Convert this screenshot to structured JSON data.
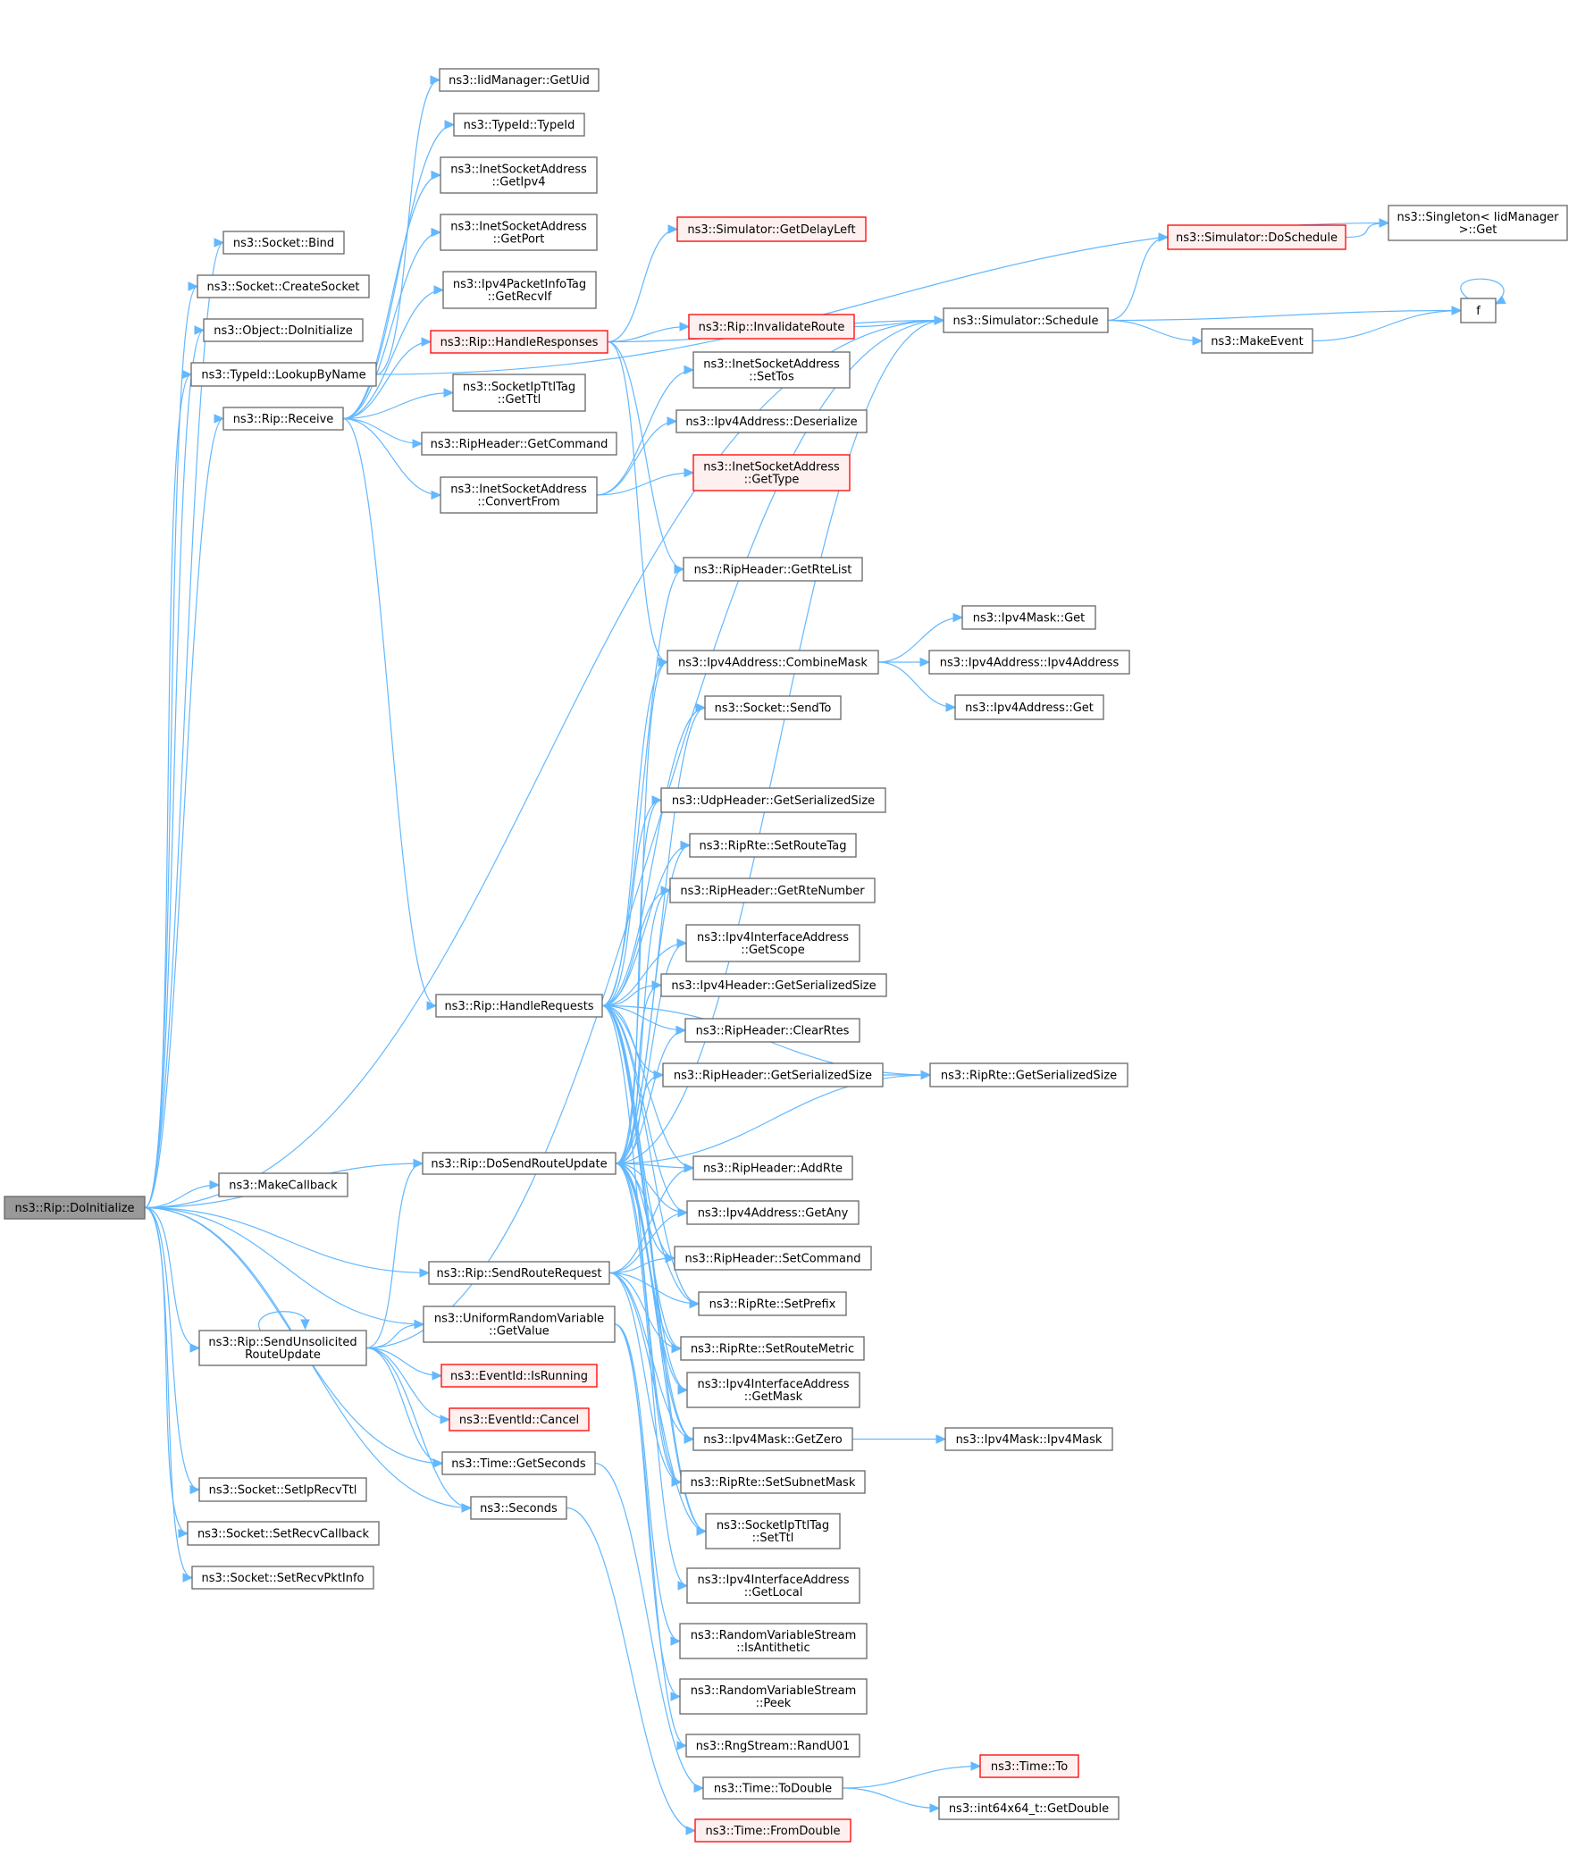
{
  "diagram": {
    "type": "call-graph",
    "root": "rip_doinitialize",
    "colors": {
      "edge": "#63b8ff",
      "root_fill": "#999999",
      "node_border": "#666666",
      "undocumented_border": "#ff0000",
      "undocumented_fill": "#fff0f0"
    },
    "nodes": [
      {
        "id": "rip_doinitialize",
        "lines": [
          "ns3::Rip::DoInitialize"
        ],
        "style": "root"
      },
      {
        "id": "socket_bind",
        "lines": [
          "ns3::Socket::Bind"
        ],
        "style": "normal"
      },
      {
        "id": "socket_createsocket",
        "lines": [
          "ns3::Socket::CreateSocket"
        ],
        "style": "normal"
      },
      {
        "id": "object_doinitialize",
        "lines": [
          "ns3::Object::DoInitialize"
        ],
        "style": "normal"
      },
      {
        "id": "typeid_lookupbyname",
        "lines": [
          "ns3::TypeId::LookupByName"
        ],
        "style": "normal"
      },
      {
        "id": "rip_receive",
        "lines": [
          "ns3::Rip::Receive"
        ],
        "style": "normal"
      },
      {
        "id": "iidmanager_getuid",
        "lines": [
          "ns3::IidManager::GetUid"
        ],
        "style": "normal"
      },
      {
        "id": "typeid_typeid",
        "lines": [
          "ns3::TypeId::TypeId"
        ],
        "style": "normal"
      },
      {
        "id": "inetsock_getipv4",
        "lines": [
          "ns3::InetSocketAddress",
          "::GetIpv4"
        ],
        "style": "normal"
      },
      {
        "id": "inetsock_getport",
        "lines": [
          "ns3::InetSocketAddress",
          "::GetPort"
        ],
        "style": "normal"
      },
      {
        "id": "ipv4pktinfo_getrecvif",
        "lines": [
          "ns3::Ipv4PacketInfoTag",
          "::GetRecvIf"
        ],
        "style": "normal"
      },
      {
        "id": "rip_handleresponses",
        "lines": [
          "ns3::Rip::HandleResponses"
        ],
        "style": "red"
      },
      {
        "id": "socketipttltag_getttl",
        "lines": [
          "ns3::SocketIpTtlTag",
          "::GetTtl"
        ],
        "style": "normal"
      },
      {
        "id": "ripheader_getcommand",
        "lines": [
          "ns3::RipHeader::GetCommand"
        ],
        "style": "normal"
      },
      {
        "id": "inetsock_convertfrom",
        "lines": [
          "ns3::InetSocketAddress",
          "::ConvertFrom"
        ],
        "style": "normal"
      },
      {
        "id": "simulator_getdelayleft",
        "lines": [
          "ns3::Simulator::GetDelayLeft"
        ],
        "style": "red"
      },
      {
        "id": "rip_invalidateroute",
        "lines": [
          "ns3::Rip::InvalidateRoute"
        ],
        "style": "red"
      },
      {
        "id": "inetsock_settos",
        "lines": [
          "ns3::InetSocketAddress",
          "::SetTos"
        ],
        "style": "normal"
      },
      {
        "id": "ipv4address_deserialize",
        "lines": [
          "ns3::Ipv4Address::Deserialize"
        ],
        "style": "normal"
      },
      {
        "id": "inetsock_gettype",
        "lines": [
          "ns3::InetSocketAddress",
          "::GetType"
        ],
        "style": "red"
      },
      {
        "id": "ripheader_getrtelist",
        "lines": [
          "ns3::RipHeader::GetRteList"
        ],
        "style": "normal"
      },
      {
        "id": "simulator_schedule",
        "lines": [
          "ns3::Simulator::Schedule"
        ],
        "style": "normal"
      },
      {
        "id": "simulator_doschedule",
        "lines": [
          "ns3::Simulator::DoSchedule"
        ],
        "style": "red"
      },
      {
        "id": "singleton_get",
        "lines": [
          "ns3::Singleton< IidManager",
          ">::Get"
        ],
        "style": "normal"
      },
      {
        "id": "f",
        "lines": [
          "f"
        ],
        "style": "normal"
      },
      {
        "id": "makeevent",
        "lines": [
          "ns3::MakeEvent"
        ],
        "style": "normal"
      },
      {
        "id": "ipv4address_combinemask",
        "lines": [
          "ns3::Ipv4Address::CombineMask"
        ],
        "style": "normal"
      },
      {
        "id": "ipv4mask_get",
        "lines": [
          "ns3::Ipv4Mask::Get"
        ],
        "style": "normal"
      },
      {
        "id": "ipv4address_ipv4address",
        "lines": [
          "ns3::Ipv4Address::Ipv4Address"
        ],
        "style": "normal"
      },
      {
        "id": "ipv4address_get",
        "lines": [
          "ns3::Ipv4Address::Get"
        ],
        "style": "normal"
      },
      {
        "id": "socket_sendto",
        "lines": [
          "ns3::Socket::SendTo"
        ],
        "style": "normal"
      },
      {
        "id": "udpheader_getserializedsize",
        "lines": [
          "ns3::UdpHeader::GetSerializedSize"
        ],
        "style": "normal"
      },
      {
        "id": "riprte_setroutetag",
        "lines": [
          "ns3::RipRte::SetRouteTag"
        ],
        "style": "normal"
      },
      {
        "id": "ripheader_getrtenumber",
        "lines": [
          "ns3::RipHeader::GetRteNumber"
        ],
        "style": "normal"
      },
      {
        "id": "ipv4ifaddr_getscope",
        "lines": [
          "ns3::Ipv4InterfaceAddress",
          "::GetScope"
        ],
        "style": "normal"
      },
      {
        "id": "rip_handlerequests",
        "lines": [
          "ns3::Rip::HandleRequests"
        ],
        "style": "normal"
      },
      {
        "id": "ipv4header_getserializedsize",
        "lines": [
          "ns3::Ipv4Header::GetSerializedSize"
        ],
        "style": "normal"
      },
      {
        "id": "ripheader_clearrtes",
        "lines": [
          "ns3::RipHeader::ClearRtes"
        ],
        "style": "normal"
      },
      {
        "id": "ripheader_getserializedsize",
        "lines": [
          "ns3::RipHeader::GetSerializedSize"
        ],
        "style": "normal"
      },
      {
        "id": "riprte_getserializedsize",
        "lines": [
          "ns3::RipRte::GetSerializedSize"
        ],
        "style": "normal"
      },
      {
        "id": "rip_dosendrouteupdate",
        "lines": [
          "ns3::Rip::DoSendRouteUpdate"
        ],
        "style": "normal"
      },
      {
        "id": "makecallback",
        "lines": [
          "ns3::MakeCallback"
        ],
        "style": "normal"
      },
      {
        "id": "ripheader_addrte",
        "lines": [
          "ns3::RipHeader::AddRte"
        ],
        "style": "normal"
      },
      {
        "id": "ipv4address_getany",
        "lines": [
          "ns3::Ipv4Address::GetAny"
        ],
        "style": "normal"
      },
      {
        "id": "ripheader_setcommand",
        "lines": [
          "ns3::RipHeader::SetCommand"
        ],
        "style": "normal"
      },
      {
        "id": "rip_sendrouterequest",
        "lines": [
          "ns3::Rip::SendRouteRequest"
        ],
        "style": "normal"
      },
      {
        "id": "riprte_setprefix",
        "lines": [
          "ns3::RipRte::SetPrefix"
        ],
        "style": "normal"
      },
      {
        "id": "rip_sendunsolicited",
        "lines": [
          "ns3::Rip::SendUnsolicited",
          "RouteUpdate"
        ],
        "style": "normal"
      },
      {
        "id": "uniformrv_getvalue",
        "lines": [
          "ns3::UniformRandomVariable",
          "::GetValue"
        ],
        "style": "normal"
      },
      {
        "id": "riprte_setroutemetric",
        "lines": [
          "ns3::RipRte::SetRouteMetric"
        ],
        "style": "normal"
      },
      {
        "id": "eventid_isrunning",
        "lines": [
          "ns3::EventId::IsRunning"
        ],
        "style": "red"
      },
      {
        "id": "ipv4ifaddr_getmask",
        "lines": [
          "ns3::Ipv4InterfaceAddress",
          "::GetMask"
        ],
        "style": "normal"
      },
      {
        "id": "eventid_cancel",
        "lines": [
          "ns3::EventId::Cancel"
        ],
        "style": "red"
      },
      {
        "id": "ipv4mask_getzero",
        "lines": [
          "ns3::Ipv4Mask::GetZero"
        ],
        "style": "normal"
      },
      {
        "id": "ipv4mask_ipv4mask",
        "lines": [
          "ns3::Ipv4Mask::Ipv4Mask"
        ],
        "style": "normal"
      },
      {
        "id": "time_getseconds",
        "lines": [
          "ns3::Time::GetSeconds"
        ],
        "style": "normal"
      },
      {
        "id": "riprte_setsubnetmask",
        "lines": [
          "ns3::RipRte::SetSubnetMask"
        ],
        "style": "normal"
      },
      {
        "id": "socket_setiprecvttl",
        "lines": [
          "ns3::Socket::SetIpRecvTtl"
        ],
        "style": "normal"
      },
      {
        "id": "seconds",
        "lines": [
          "ns3::Seconds"
        ],
        "style": "normal"
      },
      {
        "id": "socketipttltag_setttl",
        "lines": [
          "ns3::SocketIpTtlTag",
          "::SetTtl"
        ],
        "style": "normal"
      },
      {
        "id": "socket_setrecvcallback",
        "lines": [
          "ns3::Socket::SetRecvCallback"
        ],
        "style": "normal"
      },
      {
        "id": "socket_setrecvpktinfo",
        "lines": [
          "ns3::Socket::SetRecvPktInfo"
        ],
        "style": "normal"
      },
      {
        "id": "ipv4ifaddr_getlocal",
        "lines": [
          "ns3::Ipv4InterfaceAddress",
          "::GetLocal"
        ],
        "style": "normal"
      },
      {
        "id": "rvstream_isantithetic",
        "lines": [
          "ns3::RandomVariableStream",
          "::IsAntithetic"
        ],
        "style": "normal"
      },
      {
        "id": "rvstream_peek",
        "lines": [
          "ns3::RandomVariableStream",
          "::Peek"
        ],
        "style": "normal"
      },
      {
        "id": "rngstream_randu01",
        "lines": [
          "ns3::RngStream::RandU01"
        ],
        "style": "normal"
      },
      {
        "id": "time_to",
        "lines": [
          "ns3::Time::To"
        ],
        "style": "red"
      },
      {
        "id": "time_todouble",
        "lines": [
          "ns3::Time::ToDouble"
        ],
        "style": "normal"
      },
      {
        "id": "int64x64_getdouble",
        "lines": [
          "ns3::int64x64_t::GetDouble"
        ],
        "style": "normal"
      },
      {
        "id": "time_fromdouble",
        "lines": [
          "ns3::Time::FromDouble"
        ],
        "style": "red"
      }
    ],
    "edges": [
      [
        "rip_doinitialize",
        "socket_bind"
      ],
      [
        "rip_doinitialize",
        "socket_createsocket"
      ],
      [
        "rip_doinitialize",
        "object_doinitialize"
      ],
      [
        "rip_doinitialize",
        "typeid_lookupbyname"
      ],
      [
        "rip_doinitialize",
        "rip_receive"
      ],
      [
        "rip_doinitialize",
        "simulator_schedule"
      ],
      [
        "rip_doinitialize",
        "rip_dosendrouteupdate"
      ],
      [
        "rip_doinitialize",
        "makecallback"
      ],
      [
        "rip_doinitialize",
        "rip_sendrouterequest"
      ],
      [
        "rip_doinitialize",
        "uniformrv_getvalue"
      ],
      [
        "rip_doinitialize",
        "rip_sendunsolicited"
      ],
      [
        "rip_doinitialize",
        "time_getseconds"
      ],
      [
        "rip_doinitialize",
        "seconds"
      ],
      [
        "rip_doinitialize",
        "socket_setiprecvttl"
      ],
      [
        "rip_doinitialize",
        "socket_setrecvcallback"
      ],
      [
        "rip_doinitialize",
        "socket_setrecvpktinfo"
      ],
      [
        "typeid_lookupbyname",
        "iidmanager_getuid"
      ],
      [
        "typeid_lookupbyname",
        "singleton_get"
      ],
      [
        "rip_receive",
        "typeid_typeid"
      ],
      [
        "rip_receive",
        "inetsock_getipv4"
      ],
      [
        "rip_receive",
        "inetsock_getport"
      ],
      [
        "rip_receive",
        "ipv4pktinfo_getrecvif"
      ],
      [
        "rip_receive",
        "rip_handleresponses"
      ],
      [
        "rip_receive",
        "socketipttltag_getttl"
      ],
      [
        "rip_receive",
        "ripheader_getcommand"
      ],
      [
        "rip_receive",
        "inetsock_convertfrom"
      ],
      [
        "rip_receive",
        "rip_handlerequests"
      ],
      [
        "rip_handleresponses",
        "simulator_getdelayleft"
      ],
      [
        "rip_handleresponses",
        "simulator_schedule"
      ],
      [
        "rip_handleresponses",
        "rip_invalidateroute"
      ],
      [
        "rip_handleresponses",
        "ripheader_getrtelist"
      ],
      [
        "rip_handleresponses",
        "ipv4address_combinemask"
      ],
      [
        "inetsock_convertfrom",
        "inetsock_settos"
      ],
      [
        "inetsock_convertfrom",
        "ipv4address_deserialize"
      ],
      [
        "inetsock_convertfrom",
        "inetsock_gettype"
      ],
      [
        "rip_invalidateroute",
        "simulator_schedule"
      ],
      [
        "simulator_schedule",
        "simulator_doschedule"
      ],
      [
        "simulator_schedule",
        "f"
      ],
      [
        "simulator_schedule",
        "makeevent"
      ],
      [
        "simulator_doschedule",
        "singleton_get"
      ],
      [
        "makeevent",
        "f"
      ],
      [
        "f",
        "f"
      ],
      [
        "ipv4address_combinemask",
        "ipv4mask_get"
      ],
      [
        "ipv4address_combinemask",
        "ipv4address_ipv4address"
      ],
      [
        "ipv4address_combinemask",
        "ipv4address_get"
      ],
      [
        "rip_handlerequests",
        "ripheader_getrtelist"
      ],
      [
        "rip_handlerequests",
        "ipv4address_combinemask"
      ],
      [
        "rip_handlerequests",
        "socket_sendto"
      ],
      [
        "rip_handlerequests",
        "udpheader_getserializedsize"
      ],
      [
        "rip_handlerequests",
        "riprte_setroutetag"
      ],
      [
        "rip_handlerequests",
        "ripheader_getrtenumber"
      ],
      [
        "rip_handlerequests",
        "ipv4ifaddr_getscope"
      ],
      [
        "rip_handlerequests",
        "ipv4header_getserializedsize"
      ],
      [
        "rip_handlerequests",
        "ripheader_clearrtes"
      ],
      [
        "rip_handlerequests",
        "ripheader_getserializedsize"
      ],
      [
        "rip_handlerequests",
        "riprte_getserializedsize"
      ],
      [
        "rip_handlerequests",
        "ripheader_addrte"
      ],
      [
        "rip_handlerequests",
        "ipv4address_getany"
      ],
      [
        "rip_handlerequests",
        "ripheader_setcommand"
      ],
      [
        "rip_handlerequests",
        "riprte_setprefix"
      ],
      [
        "rip_handlerequests",
        "riprte_setroutemetric"
      ],
      [
        "rip_handlerequests",
        "ipv4ifaddr_getmask"
      ],
      [
        "rip_handlerequests",
        "ipv4mask_getzero"
      ],
      [
        "rip_handlerequests",
        "riprte_setsubnetmask"
      ],
      [
        "rip_handlerequests",
        "socketipttltag_setttl"
      ],
      [
        "ripheader_getserializedsize",
        "riprte_getserializedsize"
      ],
      [
        "rip_dosendrouteupdate",
        "simulator_schedule"
      ],
      [
        "rip_dosendrouteupdate",
        "ipv4address_combinemask"
      ],
      [
        "rip_dosendrouteupdate",
        "socket_sendto"
      ],
      [
        "rip_dosendrouteupdate",
        "udpheader_getserializedsize"
      ],
      [
        "rip_dosendrouteupdate",
        "riprte_setroutetag"
      ],
      [
        "rip_dosendrouteupdate",
        "ripheader_getrtenumber"
      ],
      [
        "rip_dosendrouteupdate",
        "ipv4ifaddr_getscope"
      ],
      [
        "rip_dosendrouteupdate",
        "ipv4header_getserializedsize"
      ],
      [
        "rip_dosendrouteupdate",
        "ripheader_clearrtes"
      ],
      [
        "rip_dosendrouteupdate",
        "ripheader_getserializedsize"
      ],
      [
        "rip_dosendrouteupdate",
        "riprte_getserializedsize"
      ],
      [
        "rip_dosendrouteupdate",
        "ripheader_addrte"
      ],
      [
        "rip_dosendrouteupdate",
        "ipv4address_getany"
      ],
      [
        "rip_dosendrouteupdate",
        "ripheader_setcommand"
      ],
      [
        "rip_dosendrouteupdate",
        "riprte_setprefix"
      ],
      [
        "rip_dosendrouteupdate",
        "riprte_setroutemetric"
      ],
      [
        "rip_dosendrouteupdate",
        "ipv4ifaddr_getmask"
      ],
      [
        "rip_dosendrouteupdate",
        "ipv4mask_getzero"
      ],
      [
        "rip_dosendrouteupdate",
        "riprte_setsubnetmask"
      ],
      [
        "rip_dosendrouteupdate",
        "socketipttltag_setttl"
      ],
      [
        "rip_dosendrouteupdate",
        "ipv4ifaddr_getlocal"
      ],
      [
        "rip_sendrouterequest",
        "ripheader_addrte"
      ],
      [
        "rip_sendrouterequest",
        "ipv4address_getany"
      ],
      [
        "rip_sendrouterequest",
        "ripheader_setcommand"
      ],
      [
        "rip_sendrouterequest",
        "riprte_setprefix"
      ],
      [
        "rip_sendrouterequest",
        "riprte_setroutemetric"
      ],
      [
        "rip_sendrouterequest",
        "ipv4mask_getzero"
      ],
      [
        "rip_sendrouterequest",
        "riprte_setsubnetmask"
      ],
      [
        "rip_sendrouterequest",
        "socketipttltag_setttl"
      ],
      [
        "rip_sendunsolicited",
        "rip_sendunsolicited"
      ],
      [
        "rip_sendunsolicited",
        "simulator_schedule"
      ],
      [
        "rip_sendunsolicited",
        "rip_dosendrouteupdate"
      ],
      [
        "rip_sendunsolicited",
        "uniformrv_getvalue"
      ],
      [
        "rip_sendunsolicited",
        "eventid_isrunning"
      ],
      [
        "rip_sendunsolicited",
        "eventid_cancel"
      ],
      [
        "rip_sendunsolicited",
        "time_getseconds"
      ],
      [
        "rip_sendunsolicited",
        "seconds"
      ],
      [
        "uniformrv_getvalue",
        "rvstream_isantithetic"
      ],
      [
        "uniformrv_getvalue",
        "rvstream_peek"
      ],
      [
        "uniformrv_getvalue",
        "rngstream_randu01"
      ],
      [
        "ipv4mask_getzero",
        "ipv4mask_ipv4mask"
      ],
      [
        "time_getseconds",
        "time_todouble"
      ],
      [
        "seconds",
        "time_fromdouble"
      ],
      [
        "time_todouble",
        "time_to"
      ],
      [
        "time_todouble",
        "int64x64_getdouble"
      ]
    ]
  }
}
